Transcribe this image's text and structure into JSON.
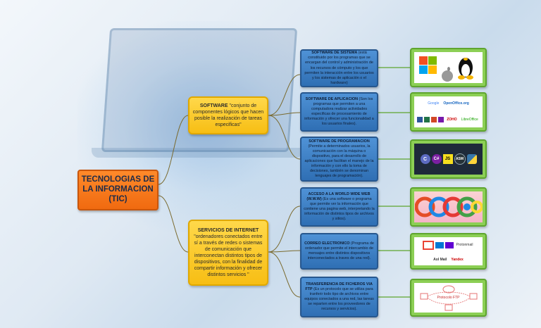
{
  "root": {
    "title": "TECNOLOGIAS DE LA INFORMACION (TIC)"
  },
  "software": {
    "heading": "SOFTWARE",
    "body": " \"conjunto de componentes lógicos que hacen posible la realización de tareas especificas\""
  },
  "internet": {
    "heading": "SERVICIOS DE INTERNET",
    "body": " \"ordenadores conectados entre sí a través de redes o sistemas de comunicación que interconectan distintos tipos de dispositivos, con la finalidad de compartir información y ofrecer distintos servicios \""
  },
  "leaves": [
    {
      "heading": "SOFTWARE DE SISTEMA",
      "body": " (está constituido por los programas que se encargan del control y administración de los recursos de cómputo y los que permiten la interacción entre los usuarios y los sistemas de aplicación o el hardware)"
    },
    {
      "heading": "SOFTWARE DE APLICACION",
      "body": " (Son los programas que permiten a una computadora realizar actividades especificas de procesamiento de información y ofrecer una funcionalidad a los usuarios finales)."
    },
    {
      "heading": "SOFTWARE DE PROGRAMACION",
      "body": " (Permite a determinados usuarios, la comunicación con la máquina o dispositivo, para el desarrollo de aplicaciones que facilitan el manejo de la información y con ello la toma de decisiones, también se denominan lenguajes de programación)."
    },
    {
      "heading": "ACCESO A LA WORLD WIDE WEB (W.W.W)",
      "body": " (Es una software o programa que permite ver la información que contiene una pagina web, interpretando la información de distintos tipos de archivos y sitios)."
    },
    {
      "heading": "CORREO ELECTRONICO",
      "body": " (Programa de ordenador que permite el intercambio de mensajes entre distintos dispositivos interconectados a traves de una red)."
    },
    {
      "heading": "TRANSFERENCIA DE FICHEROS VIA FTP",
      "body": " (Es un protocolo que se utiliza para tranferir todo tipo de archivos entre equipos conectados a una red, las tareas se reparten entre los proveedores de recursos y servicios)."
    }
  ],
  "images": {
    "app_logos": [
      "Google",
      "OpenOffice.org",
      "ZOHO",
      "LibreOffice"
    ],
    "prog_logos": [
      "C",
      "C#",
      "JS",
      "ASM"
    ],
    "mail_logos": [
      "Protonmail",
      "Aol Mail",
      "Yandex"
    ],
    "ftp_label": "Protocolo FTP"
  },
  "colors": {
    "root": "#f06a10",
    "mid": "#f7be14",
    "leaf": "#2f6fb4",
    "image_frame": "#8ccf55",
    "connector": "#7a6a2e"
  }
}
